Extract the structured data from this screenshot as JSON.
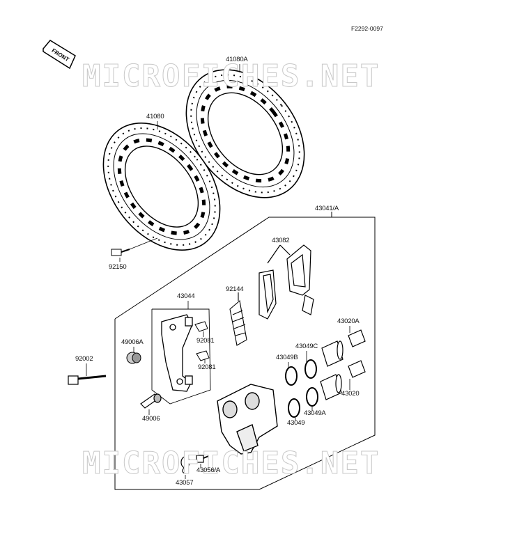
{
  "drawing_code": "F2292-0097",
  "front_label": "FRONT",
  "watermark": "MICROFICHES.NET",
  "parts": {
    "p41080A": "41080A",
    "p41080": "41080",
    "p43041A": "43041/A",
    "p43082": "43082",
    "p92144": "92144",
    "p43044": "43044",
    "p92150": "92150",
    "p49006A": "49006A",
    "p92081a": "92081",
    "p92081b": "92081",
    "p92002": "92002",
    "p43020A": "43020A",
    "p43049C": "43049C",
    "p43049B": "43049B",
    "p43020": "43020",
    "p49006": "49006",
    "p43049A": "43049A",
    "p43049": "43049",
    "p43056A": "43056/A",
    "p43057": "43057"
  }
}
